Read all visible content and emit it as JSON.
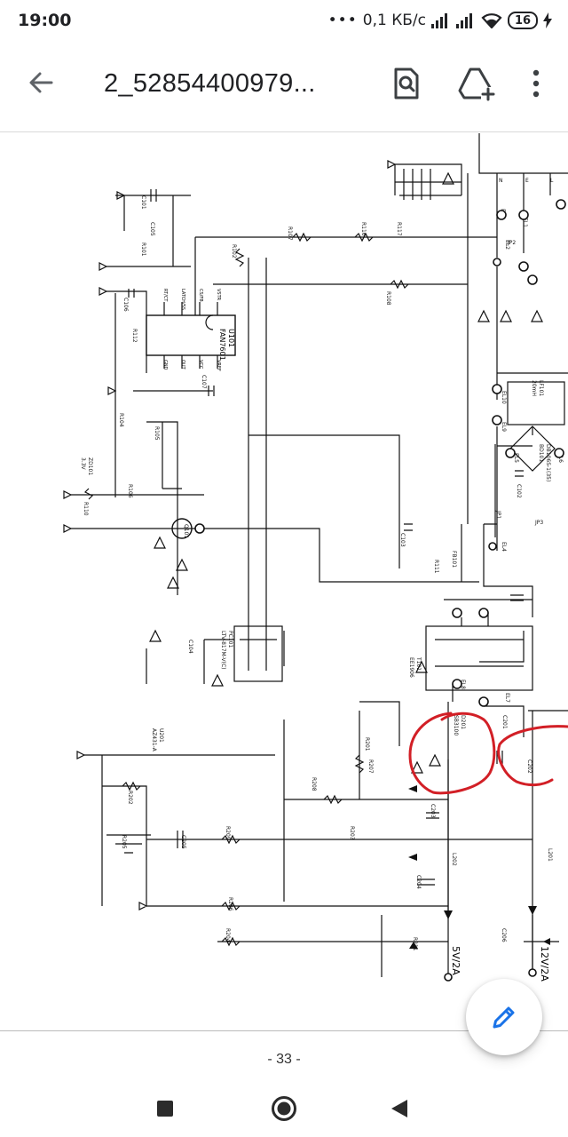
{
  "status": {
    "time": "19:00",
    "net_speed": "0,1 КБ/с",
    "battery": "16"
  },
  "toolbar": {
    "title": "2_52854400979...",
    "back_icon": "arrow-back-icon",
    "find_icon": "find-in-page-icon",
    "drive_icon": "add-to-drive-icon",
    "more_icon": "more-vert-icon"
  },
  "schematic": {
    "ic_u101": "U101",
    "ic_u101_part": "FAN7601",
    "ic_pin_labels": [
      "RT/CT",
      "LATCH/SS",
      "CS/FB",
      "VSTR",
      "GND",
      "OUT",
      "VCC",
      "VREF"
    ],
    "optocoupler": "PC101",
    "opto_part": "LTV-817M-V(C)",
    "transformer": "T101",
    "transformer_part": "EE1906",
    "line_filter": "LF101",
    "line_filter_value": "20mH",
    "bridge": "BD101",
    "bridge_part": "DB106S-1(35)",
    "regulator": "U201",
    "regulator_part": "AZ431-A",
    "diode_d201": "D201",
    "diode_d201_part": "SB3100",
    "zener": "ZD101",
    "zener_value": "3.3V",
    "output_5v": "5V/2A",
    "output_12v": "12V/2A",
    "connector_labels": [
      "N",
      "E",
      "L"
    ],
    "resistor_labels": [
      "R101",
      "R102",
      "R104",
      "R105",
      "R106",
      "R107",
      "R108",
      "R110",
      "R111",
      "R112",
      "R116",
      "R117",
      "R201",
      "R202",
      "R203",
      "R204",
      "R205",
      "R206",
      "R207",
      "R208",
      "R209",
      "R211"
    ],
    "capacitor_labels": [
      "C101",
      "C102",
      "C103",
      "C104",
      "C105",
      "C106",
      "C107",
      "C201",
      "C202",
      "C203",
      "C204",
      "C205",
      "C206"
    ],
    "misc_labels": [
      "EL1",
      "EL2",
      "EL3",
      "EL4",
      "EL5",
      "EL6",
      "EL7",
      "EL8",
      "EL9",
      "EL10",
      "JP1",
      "JP2",
      "JP3",
      "L201",
      "L202",
      "Q101",
      "FB101"
    ]
  },
  "annotations": {
    "color": "#d21f26"
  },
  "page": {
    "number": "- 33 -"
  },
  "fab": {
    "icon": "edit-pencil-icon",
    "color": "#1a73e8"
  },
  "navbar": {
    "recents_icon": "square-recents-icon",
    "home_icon": "circle-home-icon",
    "back_icon": "triangle-back-icon"
  }
}
